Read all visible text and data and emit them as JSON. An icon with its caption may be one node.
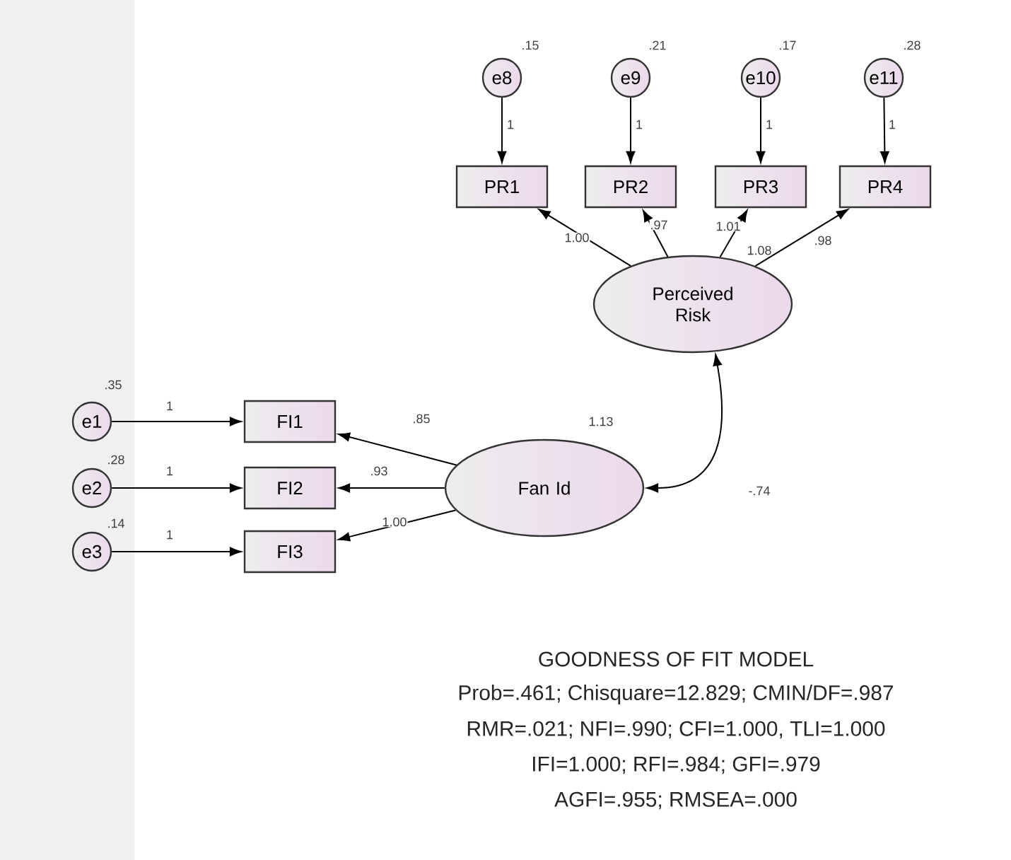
{
  "diagram": {
    "nodes": [
      {
        "text": [
          "e8"
        ],
        "beside": [
          ".15"
        ]
      },
      {
        "text": [
          "e9"
        ],
        "beside": [
          ".21"
        ]
      },
      {
        "text": [
          "e10"
        ],
        "beside": [
          ".17"
        ]
      },
      {
        "text": [
          "e11"
        ],
        "beside": [
          ".28"
        ]
      },
      {
        "text": [
          "PR1"
        ]
      },
      {
        "text": [
          "PR2"
        ]
      },
      {
        "text": [
          "PR3"
        ]
      },
      {
        "text": [
          "PR4"
        ]
      },
      {
        "text": [
          "Perceived Risk"
        ],
        "beside": [
          "1.08"
        ]
      },
      {
        "text": [
          "e1"
        ],
        "beside": [
          ".35"
        ]
      },
      {
        "text": [
          "e2"
        ],
        "beside": [
          ".28"
        ]
      },
      {
        "text": [
          "e3"
        ],
        "beside": [
          ".14"
        ]
      },
      {
        "text": [
          "FI1"
        ]
      },
      {
        "text": [
          "FI2"
        ]
      },
      {
        "text": [
          "FI3"
        ]
      },
      {
        "text": [
          "Fan Id"
        ],
        "beside": [
          "1.13"
        ]
      }
    ],
    "edges": [
      {
        "from": 0,
        "to": 4,
        "arrow": "to",
        "label": "1"
      },
      {
        "from": 1,
        "to": 5,
        "arrow": "to",
        "label": "1"
      },
      {
        "from": 2,
        "to": 6,
        "arrow": "to",
        "label": "1"
      },
      {
        "from": 3,
        "to": 7,
        "arrow": "to",
        "label": "1"
      },
      {
        "from": 8,
        "to": 4,
        "arrow": "to",
        "label": "1.00"
      },
      {
        "from": 8,
        "to": 5,
        "arrow": "to",
        "label": ".97"
      },
      {
        "from": 8,
        "to": 6,
        "arrow": "to",
        "label": "1.01"
      },
      {
        "from": 8,
        "to": 7,
        "arrow": "to",
        "label": ".98"
      },
      {
        "from": 9,
        "to": 12,
        "arrow": "to",
        "label": "1"
      },
      {
        "from": 10,
        "to": 13,
        "arrow": "to",
        "label": "1"
      },
      {
        "from": 11,
        "to": 14,
        "arrow": "to",
        "label": "1"
      },
      {
        "from": 15,
        "to": 12,
        "arrow": "to",
        "label": ".85"
      },
      {
        "from": 15,
        "to": 13,
        "arrow": "to",
        "label": ".93"
      },
      {
        "from": 15,
        "to": 14,
        "arrow": "to",
        "label": "1.00"
      },
      {
        "from": 15,
        "to": 8,
        "arrow": "both",
        "label": "-.74"
      }
    ],
    "labels": [
      "GOODNESS OF FIT MODEL",
      "Prob=.461; Chisquare=12.829; CMIN/DF=.987",
      "RMR=.021; NFI=.990; CFI=1.000, TLI=1.000",
      "IFI=1.000; RFI=.984; GFI=.979",
      "AGFI=.955; RMSEA=.000"
    ]
  }
}
